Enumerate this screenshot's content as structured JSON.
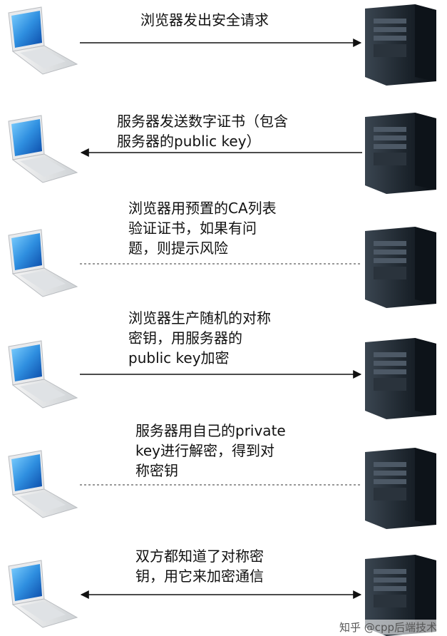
{
  "steps": [
    {
      "label": "浏览器发出安全请求",
      "direction": "to-server",
      "line": "solid"
    },
    {
      "label": "服务器发送数字证书（包含\n服务器的public key）",
      "direction": "to-browser",
      "line": "solid"
    },
    {
      "label": "浏览器用预置的CA列表\n验证证书，如果有问\n题，则提示风险",
      "direction": "none",
      "line": "dashed"
    },
    {
      "label": "浏览器生产随机的对称\n密钥，用服务器的\npublic key加密",
      "direction": "to-server",
      "line": "solid"
    },
    {
      "label": "服务器用自己的private\nkey进行解密，得到对\n称密钥",
      "direction": "none",
      "line": "dashed"
    },
    {
      "label": "双方都知道了对称密\n钥，用它来加密通信",
      "direction": "both",
      "line": "solid"
    }
  ],
  "watermark": "知乎 @cpp后端技术"
}
